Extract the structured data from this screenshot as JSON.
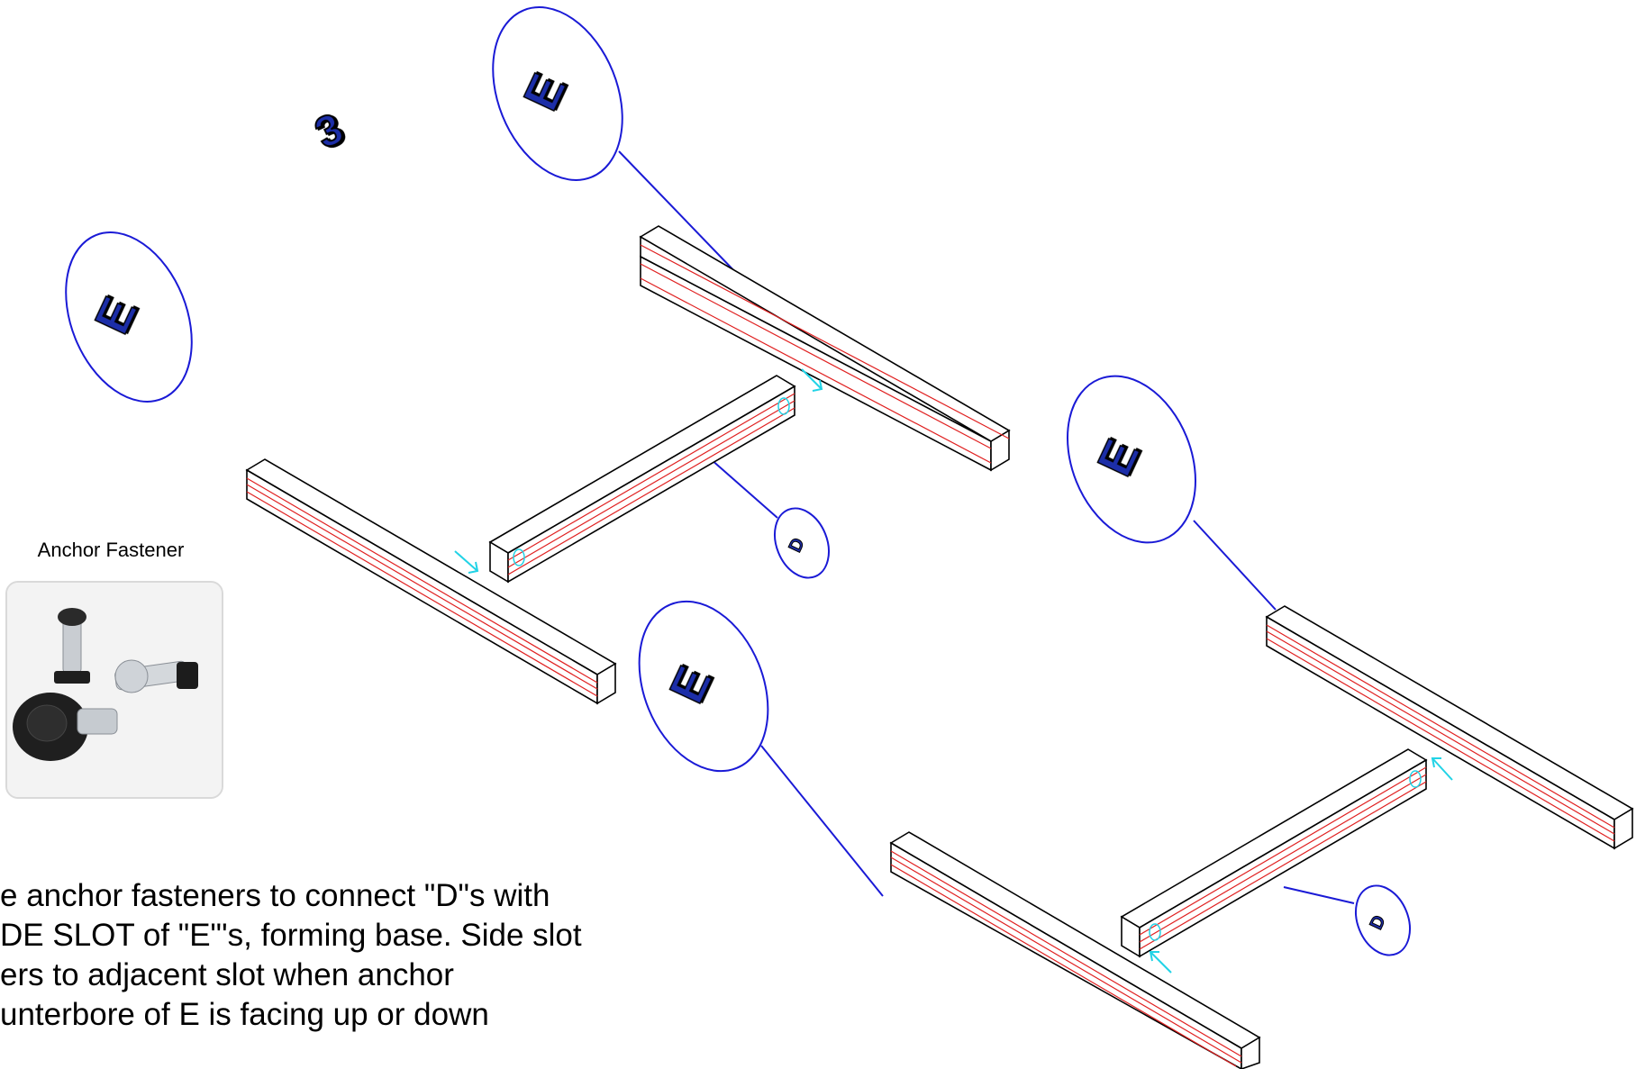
{
  "step": {
    "number": "3"
  },
  "callouts": {
    "e_label": "E",
    "d_label": "D"
  },
  "fastener": {
    "caption": "Anchor Fastener"
  },
  "instructions": {
    "line1": "e anchor fasteners to connect \"D\"s with",
    "line2": "DE SLOT of \"E\"'s, forming base. Side slot",
    "line3": "ers to adjacent slot when anchor",
    "line4": "unterbore of E is facing up or down"
  },
  "colors": {
    "callout": "#1a1ad6",
    "label_fill": "#1f2ea8",
    "arrow": "#22d3e6",
    "slot_line": "#e02020",
    "outline": "#000000"
  }
}
